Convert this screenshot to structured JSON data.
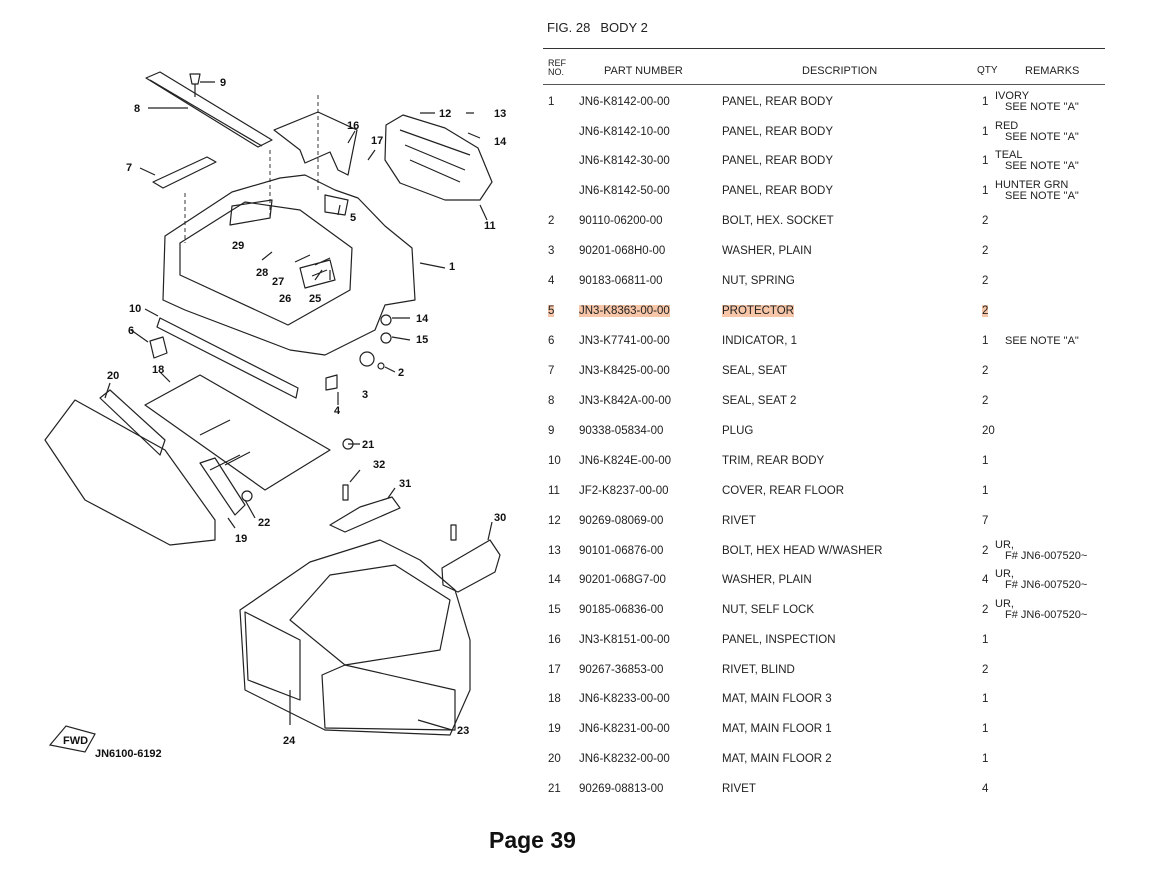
{
  "figure": {
    "fig_label": "FIG. 28",
    "fig_name": "BODY 2",
    "drawing_code": "JN6100-6192",
    "fwd_label": "FWD",
    "callouts": [
      "1",
      "2",
      "3",
      "4",
      "5",
      "6",
      "7",
      "8",
      "9",
      "10",
      "11",
      "12",
      "13",
      "14",
      "15",
      "16",
      "17",
      "18",
      "19",
      "20",
      "21",
      "22",
      "23",
      "24",
      "25",
      "26",
      "27",
      "28",
      "29",
      "30",
      "31",
      "32"
    ]
  },
  "table": {
    "headers": {
      "ref_line1": "REF",
      "ref_line2": "NO.",
      "part_number": "PART NUMBER",
      "description": "DESCRIPTION",
      "qty": "QTY",
      "remarks": "REMARKS"
    },
    "rows": [
      {
        "ref": "1",
        "part": "JN6-K8142-00-00",
        "desc": "PANEL, REAR BODY",
        "qty": "1",
        "rem1": "IVORY",
        "rem2": "SEE NOTE \"A\""
      },
      {
        "ref": "",
        "part": "JN6-K8142-10-00",
        "desc": "PANEL, REAR BODY",
        "qty": "1",
        "rem1": "RED",
        "rem2": "SEE NOTE \"A\""
      },
      {
        "ref": "",
        "part": "JN6-K8142-30-00",
        "desc": "PANEL, REAR BODY",
        "qty": "1",
        "rem1": "TEAL",
        "rem2": "SEE NOTE \"A\""
      },
      {
        "ref": "",
        "part": "JN6-K8142-50-00",
        "desc": "PANEL, REAR BODY",
        "qty": "1",
        "rem1": "HUNTER GRN",
        "rem2": "SEE NOTE \"A\""
      },
      {
        "ref": "2",
        "part": "90110-06200-00",
        "desc": "BOLT, HEX. SOCKET",
        "qty": "2",
        "rem1": "",
        "rem2": ""
      },
      {
        "ref": "3",
        "part": "90201-068H0-00",
        "desc": "WASHER, PLAIN",
        "qty": "2",
        "rem1": "",
        "rem2": ""
      },
      {
        "ref": "4",
        "part": "90183-06811-00",
        "desc": "NUT, SPRING",
        "qty": "2",
        "rem1": "",
        "rem2": ""
      },
      {
        "ref": "5",
        "part": "JN3-K8363-00-00",
        "desc": "PROTECTOR",
        "qty": "2",
        "rem1": "",
        "rem2": "",
        "highlight": true
      },
      {
        "ref": "6",
        "part": "JN3-K7741-00-00",
        "desc": "INDICATOR, 1",
        "qty": "1",
        "rem1": "SEE NOTE \"A\"",
        "rem2": ""
      },
      {
        "ref": "7",
        "part": "JN3-K8425-00-00",
        "desc": "SEAL, SEAT",
        "qty": "2",
        "rem1": "",
        "rem2": ""
      },
      {
        "ref": "8",
        "part": "JN3-K842A-00-00",
        "desc": "SEAL, SEAT 2",
        "qty": "2",
        "rem1": "",
        "rem2": ""
      },
      {
        "ref": "9",
        "part": "90338-05834-00",
        "desc": "PLUG",
        "qty": "20",
        "rem1": "",
        "rem2": ""
      },
      {
        "ref": "10",
        "part": "JN6-K824E-00-00",
        "desc": "TRIM, REAR BODY",
        "qty": "1",
        "rem1": "",
        "rem2": ""
      },
      {
        "ref": "11",
        "part": "JF2-K8237-00-00",
        "desc": "COVER, REAR FLOOR",
        "qty": "1",
        "rem1": "",
        "rem2": ""
      },
      {
        "ref": "12",
        "part": "90269-08069-00",
        "desc": "RIVET",
        "qty": "7",
        "rem1": "",
        "rem2": ""
      },
      {
        "ref": "13",
        "part": "90101-06876-00",
        "desc": "BOLT, HEX HEAD W/WASHER",
        "qty": "2",
        "rem1": "UR,",
        "rem2": "F# JN6-007520~"
      },
      {
        "ref": "14",
        "part": "90201-068G7-00",
        "desc": "WASHER, PLAIN",
        "qty": "4",
        "rem1": "UR,",
        "rem2": "F# JN6-007520~"
      },
      {
        "ref": "15",
        "part": "90185-06836-00",
        "desc": "NUT, SELF LOCK",
        "qty": "2",
        "rem1": "UR,",
        "rem2": "F# JN6-007520~"
      },
      {
        "ref": "16",
        "part": "JN3-K8151-00-00",
        "desc": "PANEL, INSPECTION",
        "qty": "1",
        "rem1": "",
        "rem2": ""
      },
      {
        "ref": "17",
        "part": "90267-36853-00",
        "desc": "RIVET, BLIND",
        "qty": "2",
        "rem1": "",
        "rem2": ""
      },
      {
        "ref": "18",
        "part": "JN6-K8233-00-00",
        "desc": "MAT, MAIN FLOOR 3",
        "qty": "1",
        "rem1": "",
        "rem2": ""
      },
      {
        "ref": "19",
        "part": "JN6-K8231-00-00",
        "desc": "MAT, MAIN FLOOR 1",
        "qty": "1",
        "rem1": "",
        "rem2": ""
      },
      {
        "ref": "20",
        "part": "JN6-K8232-00-00",
        "desc": "MAT, MAIN FLOOR 2",
        "qty": "1",
        "rem1": "",
        "rem2": ""
      },
      {
        "ref": "21",
        "part": "90269-08813-00",
        "desc": "RIVET",
        "qty": "4",
        "rem1": "",
        "rem2": ""
      }
    ]
  },
  "footer": {
    "page_label": "Page 39"
  },
  "colors": {
    "highlight": "#f7c6a8",
    "ink": "#222222"
  }
}
